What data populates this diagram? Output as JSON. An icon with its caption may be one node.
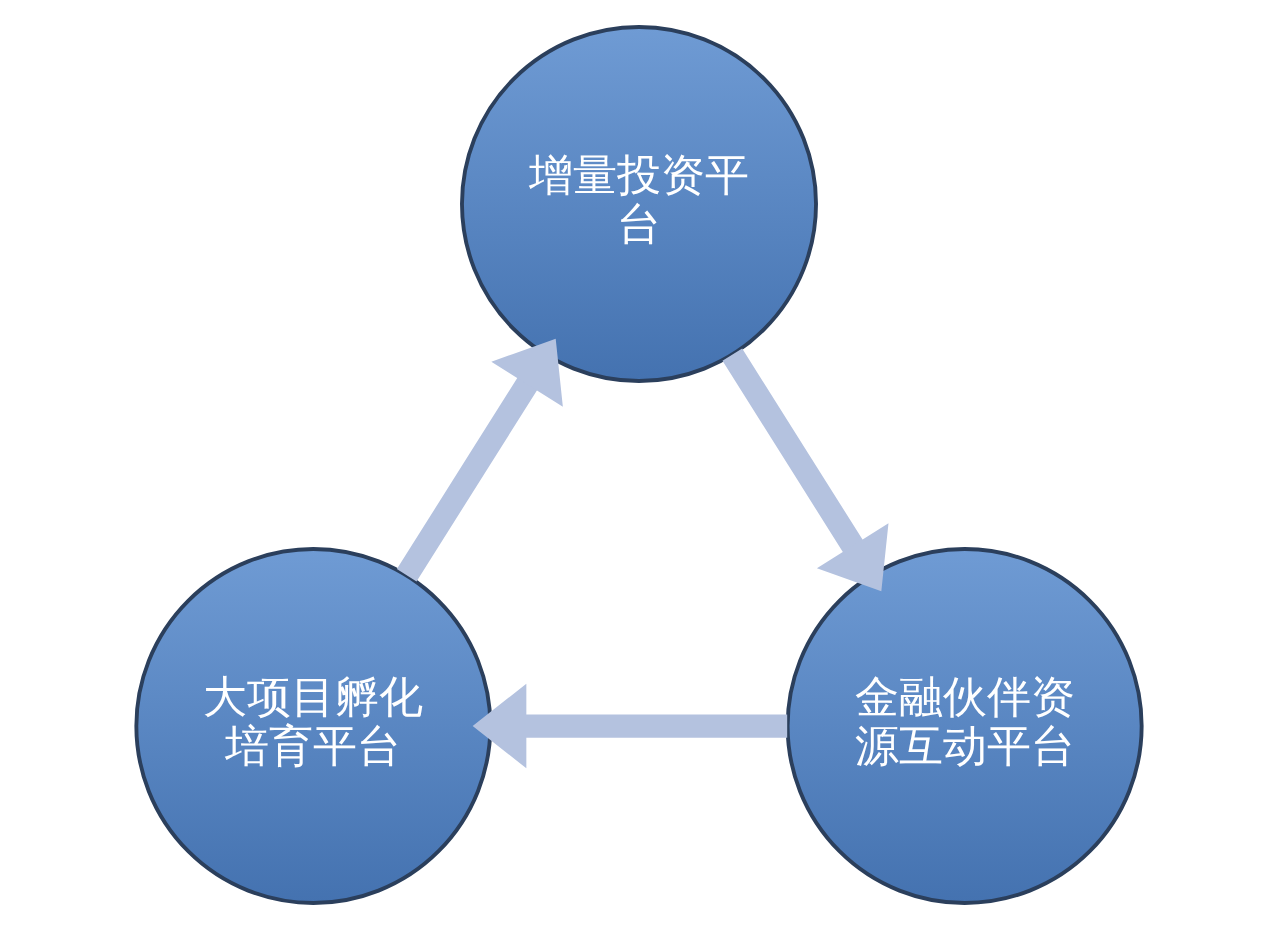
{
  "diagram": {
    "nodes": [
      {
        "text": [
          "增量投资平台"
        ]
      },
      {
        "text": [
          "金融伙伴资源互动平台"
        ]
      },
      {
        "text": [
          "大项目孵化培育平台"
        ]
      }
    ],
    "edges": [
      {
        "from": 0,
        "to": 1,
        "arrow": "to"
      },
      {
        "from": 1,
        "to": 2,
        "arrow": "to"
      },
      {
        "from": 2,
        "to": 0,
        "arrow": "to"
      }
    ]
  }
}
